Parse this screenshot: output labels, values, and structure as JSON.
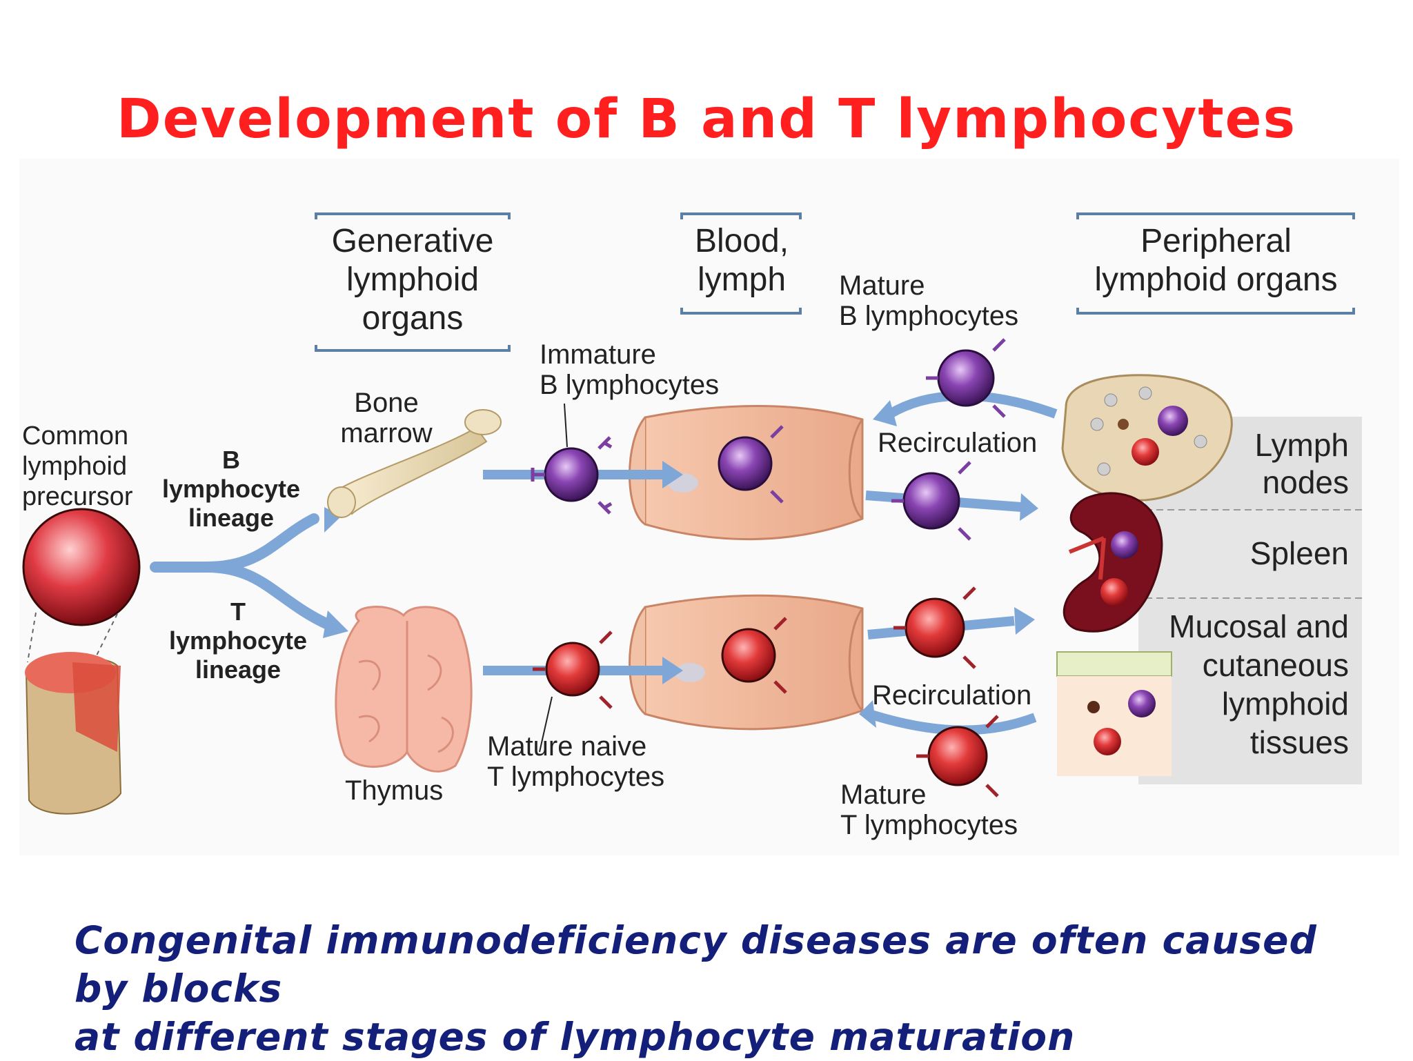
{
  "title": "Development of B and T lymphocytes",
  "headers": {
    "generative": [
      "Generative",
      "lymphoid",
      "organs"
    ],
    "blood": [
      "Blood,",
      "lymph"
    ],
    "peripheral": [
      "Peripheral",
      "lymphoid organs"
    ]
  },
  "labels": {
    "common_precursor": [
      "Common",
      "lymphoid",
      "precursor"
    ],
    "b_lineage": [
      "B",
      "lymphocyte",
      "lineage"
    ],
    "t_lineage": [
      "T",
      "lymphocyte",
      "lineage"
    ],
    "bone_marrow": [
      "Bone",
      "marrow"
    ],
    "thymus": "Thymus",
    "immature_b": [
      "Immature",
      "B lymphocytes"
    ],
    "mature_naive_t": [
      "Mature naive",
      "T lymphocytes"
    ],
    "mature_b": [
      "Mature",
      "B lymphocytes"
    ],
    "mature_t": [
      "Mature",
      "T lymphocytes"
    ],
    "recirculation_top": "Recirculation",
    "recirculation_bottom": "Recirculation",
    "lymph_nodes": [
      "Lymph",
      "nodes"
    ],
    "spleen": "Spleen",
    "mucosal": [
      "Mucosal and",
      "cutaneous",
      "lymphoid",
      "tissues"
    ]
  },
  "caption": [
    "Congenital immunodeficiency diseases are often caused by blocks",
    "at different stages of lymphocyte maturation"
  ],
  "colors": {
    "title": "#ff1f1f",
    "caption": "#141f7a",
    "b_cell": "#7a3fa0",
    "t_cell": "#d12a2a",
    "arrow": "#7ea7d8"
  }
}
